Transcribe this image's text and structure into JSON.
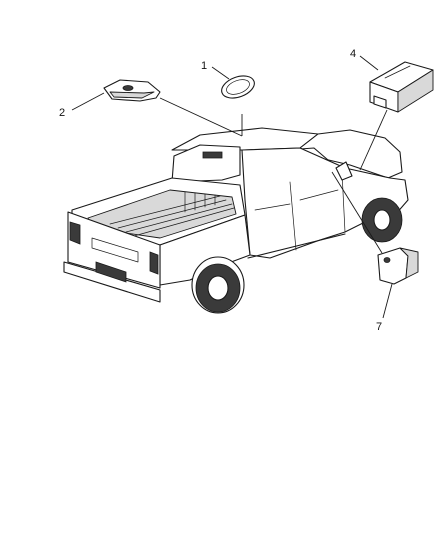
{
  "callouts": [
    {
      "id": "1",
      "text": "1"
    },
    {
      "id": "2",
      "text": "2"
    },
    {
      "id": "4",
      "text": "4"
    },
    {
      "id": "7",
      "text": "7"
    }
  ],
  "colors": {
    "line": "#1a1a1a",
    "background": "#ffffff",
    "shade": "#d9d9d9"
  }
}
